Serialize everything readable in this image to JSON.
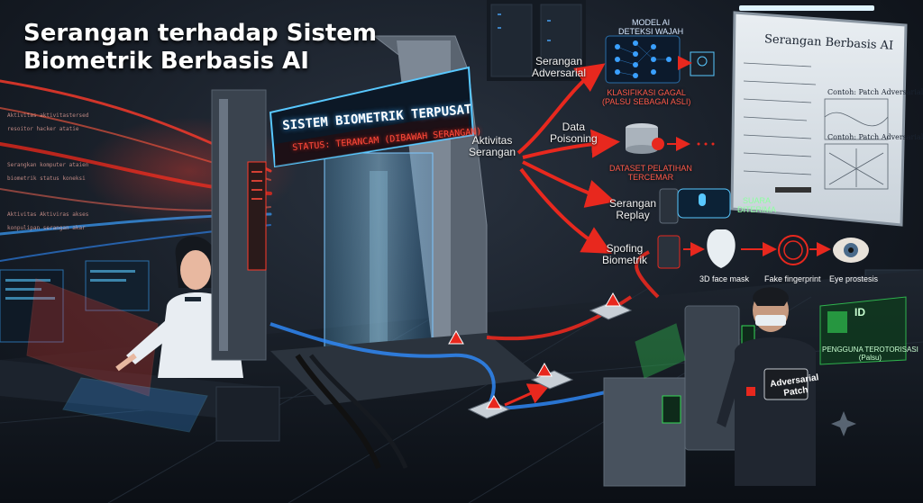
{
  "title": {
    "line1": "Serangan terhadap Sistem",
    "line2": "Biometrik Berbasis AI"
  },
  "banner": {
    "title": "SISTEM BIOMETRIK TERPUSAT",
    "status": "STATUS: TERANCAM (DIBAWAH SERANGAN)"
  },
  "hub": {
    "label_line1": "Aktivitas",
    "label_line2": "Serangan"
  },
  "attacks": [
    {
      "line1": "Serangan",
      "line2": "Adversarial"
    },
    {
      "line1": "Data",
      "line2": "Poisoning"
    },
    {
      "line1": "Serangan",
      "line2": "Replay"
    },
    {
      "line1": "Spofing",
      "line2": "Biometrik"
    }
  ],
  "model": {
    "label_line1": "MODEL AI",
    "label_line2": "DETEKSI WAJAH",
    "result_line1": "KLASIFIKASI GAGAL",
    "result_line2": "(PALSU SEBAGAI ASLI)"
  },
  "dataset": {
    "line1": "DATASET PELATIHAN",
    "line2": "TERCEMAR"
  },
  "voice": {
    "line1": "SUARA",
    "line2": "DITERIMA"
  },
  "spoof_items": [
    "3D face mask",
    "Fake fingerprint",
    "Eye prostesis"
  ],
  "whiteboard": {
    "title": "Serangan Berbasis AI",
    "subtitle1": "Contoh: Patch Adversarial",
    "subtitle2": "Contoh: Patch Adversarial"
  },
  "id_card": {
    "label": "ID",
    "line1": "PENGGUNA TEROTORISASI",
    "line2": "(Palsu)"
  },
  "patch": {
    "line1": "Adversarial",
    "line2": "Patch"
  },
  "colors": {
    "attack_red": "#e8281e",
    "scan_blue": "#2f8cff",
    "valid_green": "#35d957",
    "neon_cyan": "#58c8ff"
  }
}
